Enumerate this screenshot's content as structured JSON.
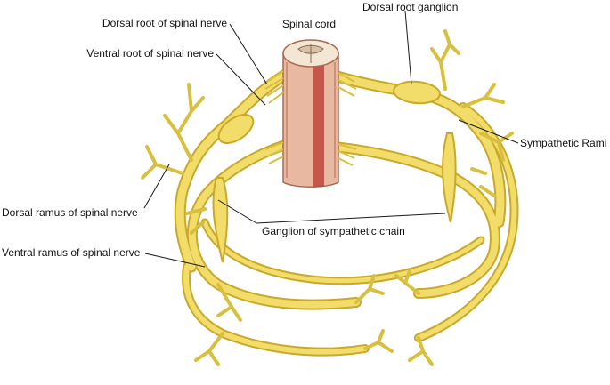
{
  "colors": {
    "nerve_fill": "#f2dc6a",
    "nerve_outline": "#c9a92a",
    "cord_fill": "#e8b8a0",
    "cord_stripe": "#c0443a",
    "cord_top": "#f4e6d4"
  },
  "labels": {
    "spinal_cord": "Spinal cord",
    "dorsal_root_ganglion": "Dorsal root ganglion",
    "dorsal_root": "Dorsal root of spinal nerve",
    "ventral_root": "Ventral root of spinal nerve",
    "sympathetic_rami": "Sympathetic Rami",
    "dorsal_ramus": "Dorsal ramus of spinal nerve",
    "ganglion_sympathetic_chain": "Ganglion of sympathetic chain",
    "ventral_ramus": "Ventral ramus of spinal nerve"
  }
}
